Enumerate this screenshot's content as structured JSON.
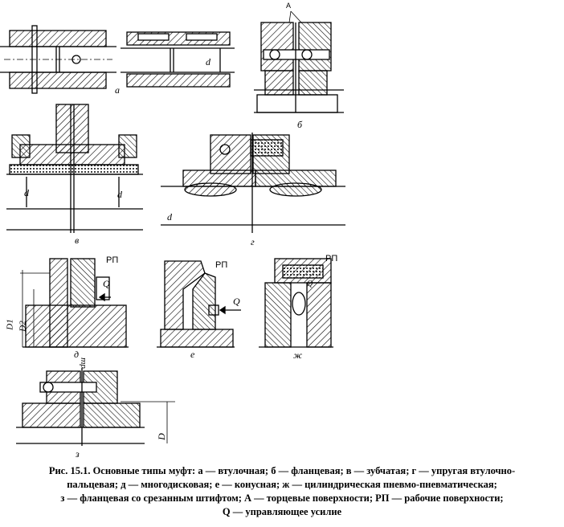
{
  "figure": {
    "panels": [
      {
        "letter": "а"
      },
      {
        "letter": "б"
      },
      {
        "letter": "в"
      },
      {
        "letter": "г"
      },
      {
        "letter": "д"
      },
      {
        "letter": "е"
      },
      {
        "letter": "ж"
      },
      {
        "letter": "з"
      }
    ],
    "labels": {
      "A": "A",
      "d": "d",
      "RP": "РП",
      "Q": "Q",
      "D1": "D1",
      "D2": "D2",
      "dsh": "dш",
      "D": "D"
    }
  },
  "caption": {
    "lines": [
      "Рис. 15.1. Основные типы муфт: а — втулочная; б — фланцевая; в — зубчатая; г — упругая втулочно-",
      "пальцевая; д — многодисковая; е — конусная; ж — цилиндрическая пневмо-пневматическая;",
      "з — фланцевая со срезанным штифтом; А — торцевые поверхности; РП — рабочие поверхности;",
      "Q — управляющее усилие"
    ]
  },
  "colors": {
    "ink": "#000000",
    "paper": "#ffffff"
  }
}
